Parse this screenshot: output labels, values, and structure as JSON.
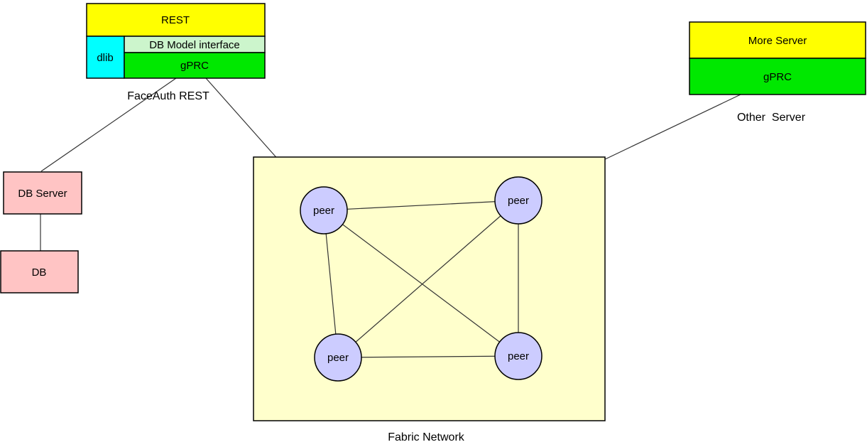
{
  "diagram": {
    "faceauth": {
      "rest_label": "REST",
      "dlib_label": "dlib",
      "db_model_label": "DB Model interface",
      "gprc_label": "gPRC",
      "caption": "FaceAuth REST"
    },
    "other_server": {
      "more_server_label": "More Server",
      "gprc_label": "gPRC",
      "caption": "Other  Server"
    },
    "db_server": {
      "label": "DB Server"
    },
    "db": {
      "label": "DB"
    },
    "fabric": {
      "caption": "Fabric Network",
      "peers": [
        "peer",
        "peer",
        "peer",
        "peer"
      ]
    },
    "connections": [
      {
        "from": "faceauth-gprc",
        "to": "db-server"
      },
      {
        "from": "faceauth-gprc",
        "to": "fabric-peer-top-left"
      },
      {
        "from": "db-server",
        "to": "db"
      },
      {
        "from": "other-server-gprc",
        "to": "fabric-peer-top-right"
      },
      {
        "from": "fabric-peer-top-left",
        "to": "fabric-peer-top-right"
      },
      {
        "from": "fabric-peer-top-left",
        "to": "fabric-peer-bottom-left"
      },
      {
        "from": "fabric-peer-top-left",
        "to": "fabric-peer-bottom-right"
      },
      {
        "from": "fabric-peer-top-right",
        "to": "fabric-peer-bottom-left"
      },
      {
        "from": "fabric-peer-top-right",
        "to": "fabric-peer-bottom-right"
      },
      {
        "from": "fabric-peer-bottom-left",
        "to": "fabric-peer-bottom-right"
      }
    ]
  },
  "colors": {
    "yellow": "#FFFF00",
    "cyan": "#00FFFF",
    "pale_green": "#CCF5CC",
    "green": "#00E800",
    "pink": "#FFC4C4",
    "fabric_fill": "#FFFFCC",
    "peer_fill": "#CCCCFF",
    "background": "#FFFFFF"
  }
}
